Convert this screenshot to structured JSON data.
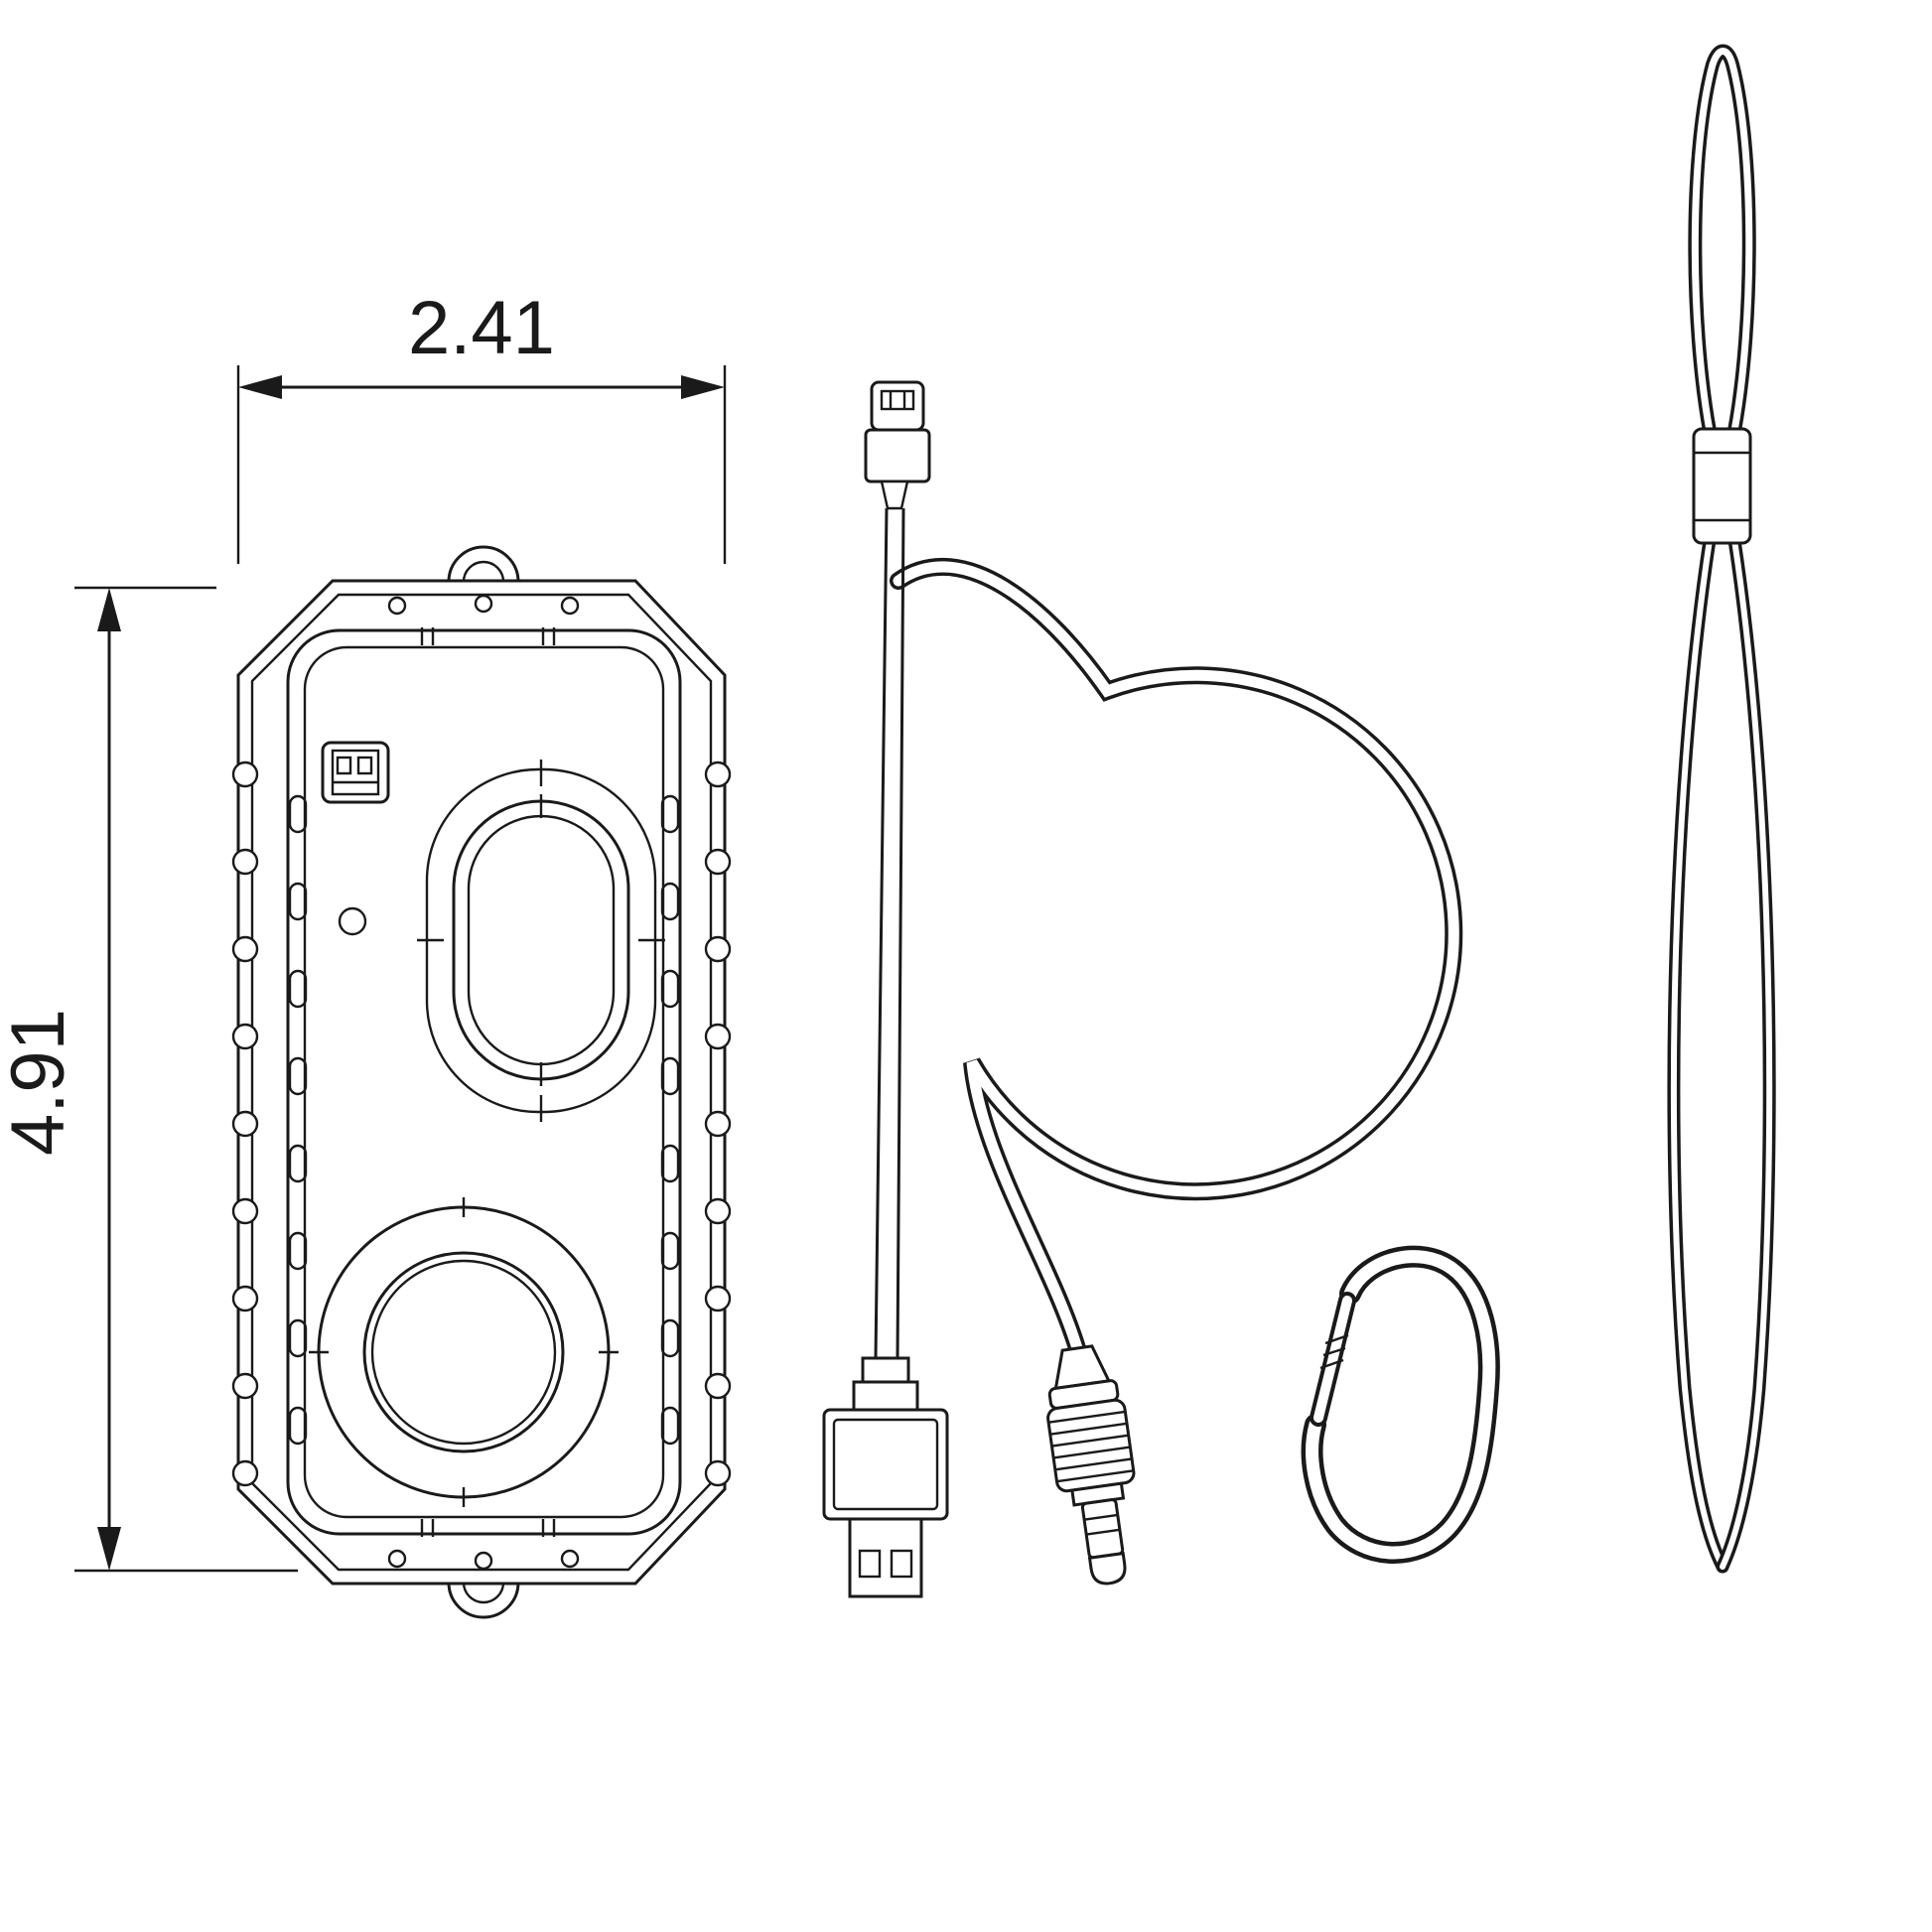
{
  "diagram": {
    "type": "technical-line-drawing",
    "background_color": "#ffffff",
    "line_color": "#1a1a1a",
    "dimensions": {
      "width_label": "2.41",
      "height_label": "4.91"
    },
    "parts": [
      {
        "name": "waterproof-speaker-case-front-view"
      },
      {
        "name": "micro-usb-to-usb-a-cable"
      },
      {
        "name": "coiled-aux-cable-with-3-5mm-plug"
      },
      {
        "name": "carabiner-clip"
      },
      {
        "name": "lanyard-strap"
      }
    ]
  }
}
